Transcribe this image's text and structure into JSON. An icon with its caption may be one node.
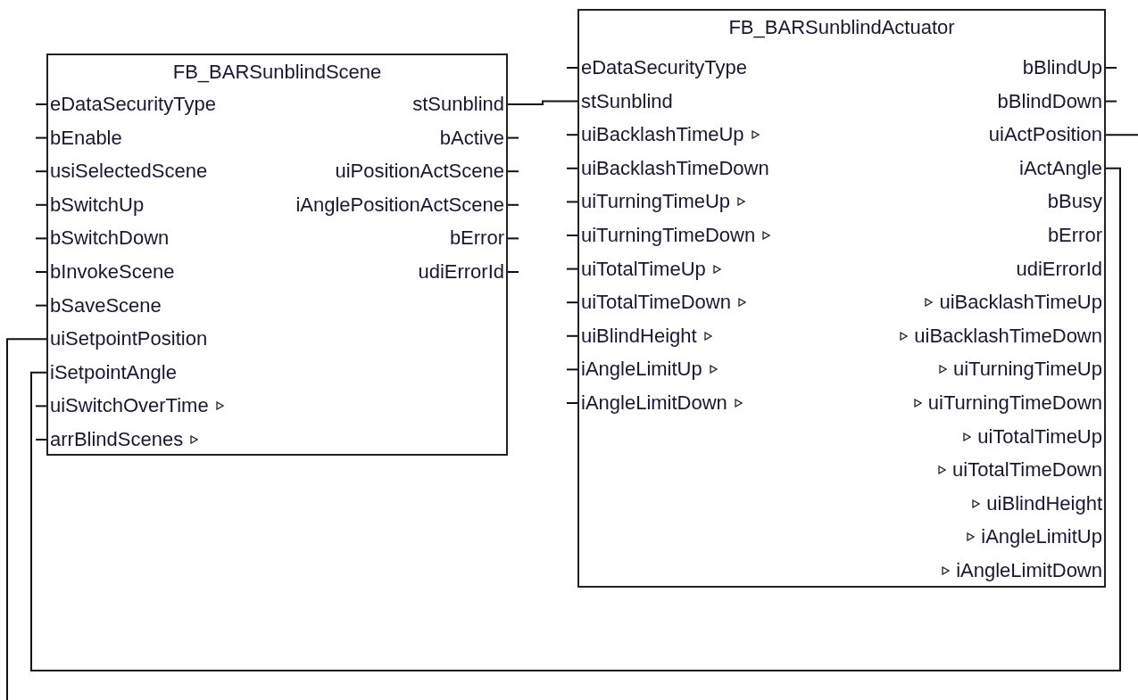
{
  "diagram": {
    "nodes": [
      {
        "text": [
          "FB_BARSunblindScene"
        ]
      },
      {
        "text": [
          "eDataSecurityType"
        ],
        "in": 0
      },
      {
        "text": [
          "bEnable"
        ],
        "in": 0
      },
      {
        "text": [
          "usiSelectedScene"
        ],
        "in": 0
      },
      {
        "text": [
          "bSwitchUp"
        ],
        "in": 0
      },
      {
        "text": [
          "bSwitchDown"
        ],
        "in": 0
      },
      {
        "text": [
          "bInvokeScene"
        ],
        "in": 0
      },
      {
        "text": [
          "bSaveScene"
        ],
        "in": 0
      },
      {
        "text": [
          "uiSetpointPosition"
        ],
        "in": 0
      },
      {
        "text": [
          "iSetpointAngle"
        ],
        "in": 0
      },
      {
        "text": [
          "uiSwitchOverTime"
        ],
        "in": 0
      },
      {
        "text": [
          "arrBlindScenes"
        ],
        "in": 0
      },
      {
        "text": [
          "stSunblind"
        ],
        "in": 0
      },
      {
        "text": [
          "bActive"
        ],
        "in": 0
      },
      {
        "text": [
          "uiPositionActScene"
        ],
        "in": 0
      },
      {
        "text": [
          "iAnglePositionActScene"
        ],
        "in": 0
      },
      {
        "text": [
          "bError"
        ],
        "in": 0
      },
      {
        "text": [
          "udiErrorId"
        ],
        "in": 0
      },
      {
        "text": [
          "FB_BARSunblindActuator"
        ]
      },
      {
        "text": [
          "eDataSecurityType"
        ],
        "in": 18
      },
      {
        "text": [
          "stSunblind"
        ],
        "in": 18
      },
      {
        "text": [
          "uiBacklashTimeUp"
        ],
        "in": 18
      },
      {
        "text": [
          "uiBacklashTimeDown"
        ],
        "in": 18
      },
      {
        "text": [
          "uiTurningTimeUp"
        ],
        "in": 18
      },
      {
        "text": [
          "uiTurningTimeDown"
        ],
        "in": 18
      },
      {
        "text": [
          "uiTotalTimeUp"
        ],
        "in": 18
      },
      {
        "text": [
          "uiTotalTimeDown"
        ],
        "in": 18
      },
      {
        "text": [
          "uiBlindHeight"
        ],
        "in": 18
      },
      {
        "text": [
          "iAngleLimitUp"
        ],
        "in": 18
      },
      {
        "text": [
          "iAngleLimitDown"
        ],
        "in": 18
      },
      {
        "text": [
          "bBlindUp"
        ],
        "in": 18
      },
      {
        "text": [
          "bBlindDown"
        ],
        "in": 18
      },
      {
        "text": [
          "uiActPosition"
        ],
        "in": 18
      },
      {
        "text": [
          "iActAngle"
        ],
        "in": 18
      },
      {
        "text": [
          "bBusy"
        ],
        "in": 18
      },
      {
        "text": [
          "bError"
        ],
        "in": 18
      },
      {
        "text": [
          "udiErrorId"
        ],
        "in": 18
      },
      {
        "text": [
          "uiBacklashTimeUp"
        ],
        "in": 18
      },
      {
        "text": [
          "uiBacklashTimeDown"
        ],
        "in": 18
      },
      {
        "text": [
          "uiTurningTimeUp"
        ],
        "in": 18
      },
      {
        "text": [
          "uiTurningTimeDown"
        ],
        "in": 18
      },
      {
        "text": [
          "uiTotalTimeUp"
        ],
        "in": 18
      },
      {
        "text": [
          "uiTotalTimeDown"
        ],
        "in": 18
      },
      {
        "text": [
          "uiBlindHeight"
        ],
        "in": 18
      },
      {
        "text": [
          "iAngleLimitUp"
        ],
        "in": 18
      },
      {
        "text": [
          "iAngleLimitDown"
        ],
        "in": 18
      }
    ],
    "edges": [
      {
        "from": 12,
        "to": 20,
        "arrow": "none"
      },
      {
        "from": 32,
        "to": null,
        "arrow": "none"
      },
      {
        "from": 33,
        "to": 9,
        "arrow": "none"
      },
      {
        "from": null,
        "to": 8,
        "arrow": "none"
      }
    ]
  }
}
